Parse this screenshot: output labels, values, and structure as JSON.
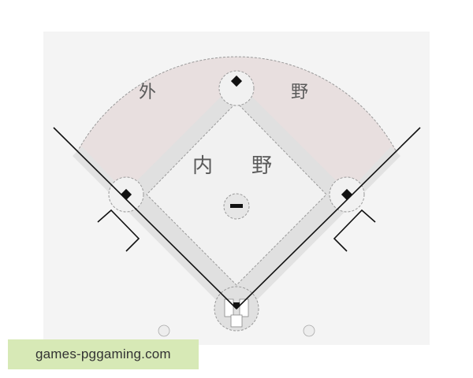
{
  "diagram": {
    "outfield_label": [
      "外",
      "野"
    ],
    "infield_label": [
      "内",
      "野"
    ]
  },
  "watermark": {
    "text": "games-pggaming.com"
  },
  "colors": {
    "panel": "#f4f4f4",
    "outfield": "#e8dfdf",
    "dirt": "#e0e0e0",
    "infield_grass": "#f1f1f1",
    "lines": "#111111",
    "watermark_bg": "#d7e9b6"
  }
}
